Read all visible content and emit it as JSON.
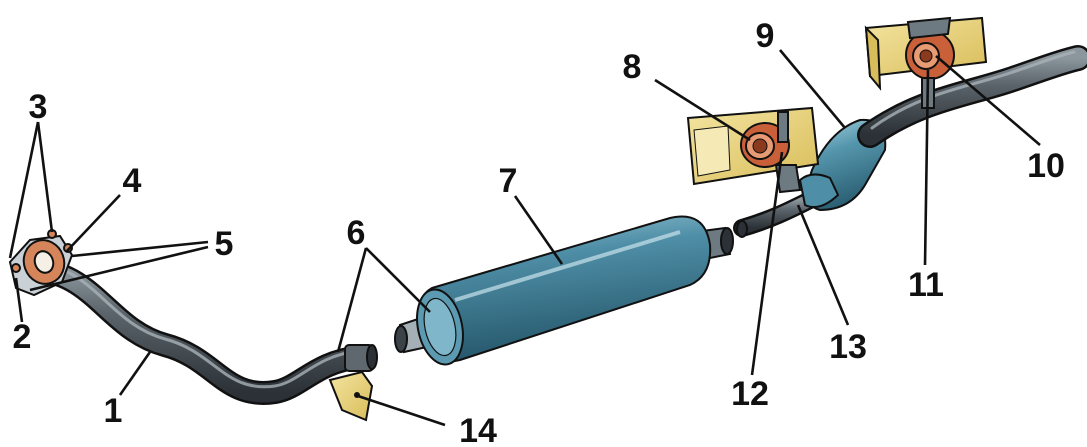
{
  "callouts": [
    {
      "id": "1",
      "text": "1"
    },
    {
      "id": "2",
      "text": "2"
    },
    {
      "id": "3",
      "text": "3"
    },
    {
      "id": "4",
      "text": "4"
    },
    {
      "id": "5",
      "text": "5"
    },
    {
      "id": "6",
      "text": "6"
    },
    {
      "id": "7",
      "text": "7"
    },
    {
      "id": "8",
      "text": "8"
    },
    {
      "id": "9",
      "text": "9"
    },
    {
      "id": "10",
      "text": "10"
    },
    {
      "id": "11",
      "text": "11"
    },
    {
      "id": "12",
      "text": "12"
    },
    {
      "id": "13",
      "text": "13"
    },
    {
      "id": "14",
      "text": "14"
    }
  ],
  "colors": {
    "pipe": "#3b4248",
    "pipe_highlight": "#8c969d",
    "muffler": "#3f7d96",
    "muffler_highlight": "#9cc9d9",
    "gasket": "#d6855a",
    "cushion": "#c9603a",
    "bracket": "#e9d37c",
    "outline": "#111111"
  }
}
